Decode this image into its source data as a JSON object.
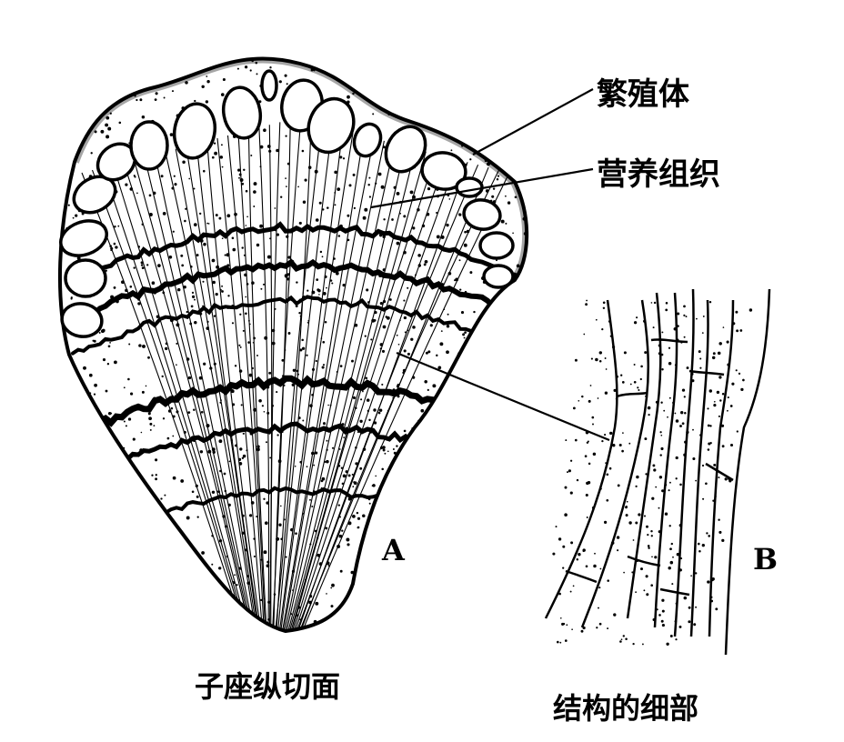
{
  "labels": {
    "reproductive_body": "繁殖体",
    "vegetative_tissue": "营养组织",
    "panel_a": "A",
    "panel_b": "B",
    "caption_a": "子座纵切面",
    "caption_b": "结构的细部"
  },
  "colors": {
    "ink": "#000000",
    "paper": "#ffffff"
  },
  "icons": {
    "stroma-section": "stroma-section-drawing",
    "hyphae-detail": "hyphae-detail-drawing"
  }
}
